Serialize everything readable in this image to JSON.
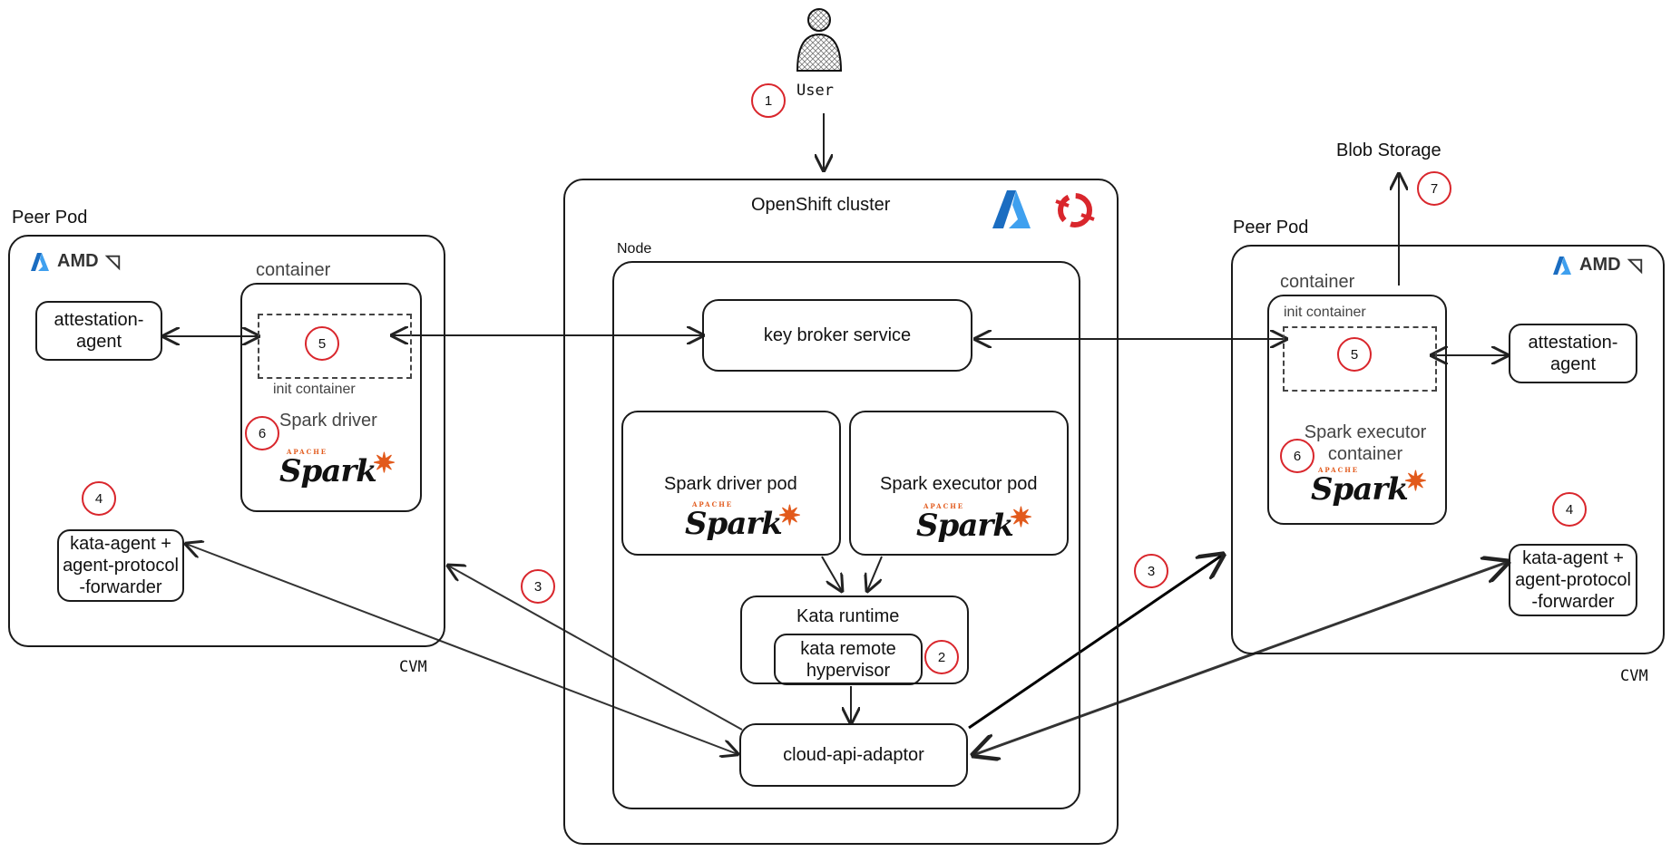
{
  "user": {
    "label": "User"
  },
  "cluster": {
    "title": "OpenShift cluster",
    "node_label": "Node"
  },
  "services": {
    "key_broker": "key broker service",
    "driver_pod": "Spark driver pod",
    "executor_pod": "Spark executor pod",
    "kata_runtime": "Kata runtime",
    "kata_remote": "kata remote hypervisor",
    "cloud_api": "cloud-api-adaptor"
  },
  "left_pod": {
    "title": "Peer Pod",
    "vendor": "AMD",
    "attestation": "attestation-agent",
    "container_label": "container",
    "init_container": "init container",
    "spark": "Spark driver",
    "kata_agent": "kata-agent + agent-protocol -forwarder",
    "cvm": "CVM"
  },
  "right_pod": {
    "title": "Peer Pod",
    "vendor": "AMD",
    "attestation": "attestation-agent",
    "container_label": "container",
    "init_container": "init container",
    "spark": "Spark executor container",
    "kata_agent": "kata-agent + agent-protocol -forwarder",
    "cvm": "CVM"
  },
  "blob": "Blob Storage",
  "spark_logo": "Spark",
  "spark_apache": "APACHE",
  "steps": [
    "1",
    "2",
    "3",
    "3",
    "4",
    "4",
    "5",
    "5",
    "6",
    "6",
    "7"
  ],
  "colors": {
    "step_circle": "#d9262c",
    "spark_star": "#e25a1c",
    "azure": "#2e8ae6",
    "openshift": "#d9262c"
  }
}
